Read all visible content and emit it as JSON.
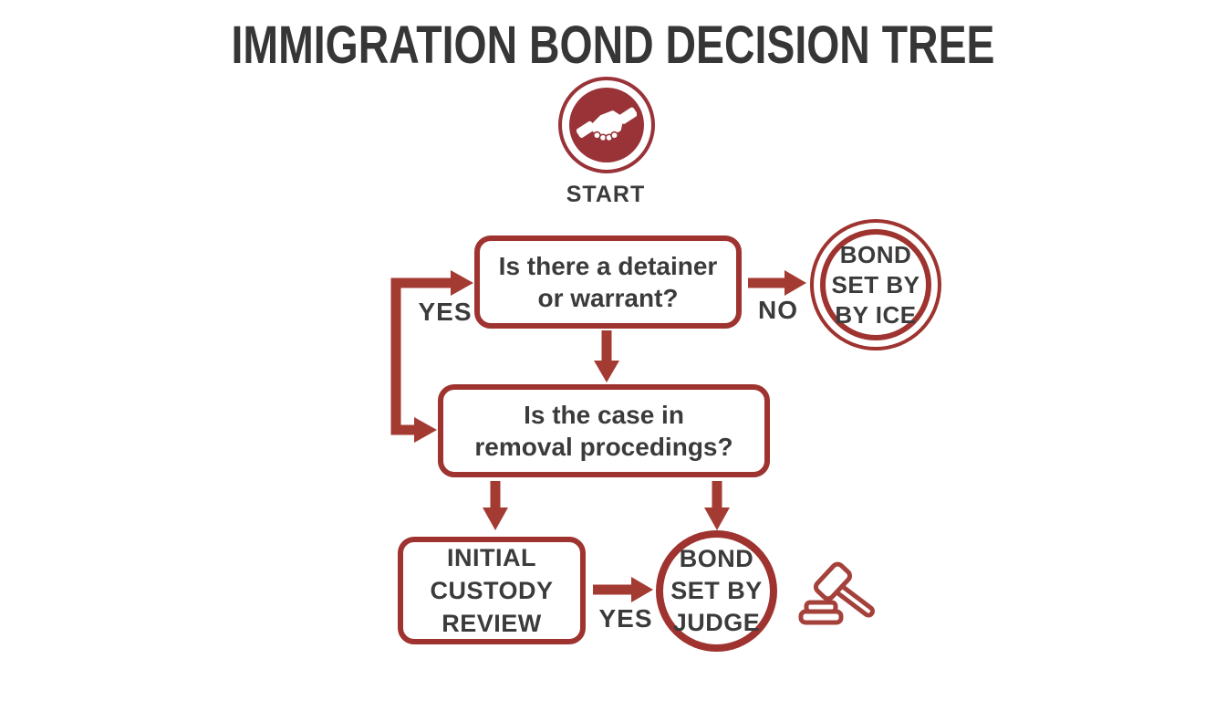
{
  "title": "IMMIGRATION BOND DECISION TREE",
  "start": {
    "label": "START",
    "icon": "handshake-icon"
  },
  "nodes": {
    "q1": {
      "lines": [
        "Is there a detainer",
        "or warrant?"
      ]
    },
    "q2": {
      "lines": [
        "Is the case in",
        "removal procedings?"
      ]
    },
    "review": {
      "lines": [
        "INITIAL",
        "CUSTODY",
        "REVIEW"
      ]
    },
    "ice": {
      "lines": [
        "BOND",
        "SET BY",
        "BY ICE"
      ]
    },
    "judge": {
      "lines": [
        "BOND",
        "SET BY",
        "JUDGE"
      ]
    }
  },
  "edges": {
    "yes_top": "YES",
    "no": "NO",
    "yes_bottom": "YES"
  },
  "icons": {
    "start": "handshake-icon",
    "result": "gavel-icon"
  },
  "colors": {
    "accent_red": "#A43B33",
    "border_red": "#9E332F",
    "start_circle_fill": "#993338",
    "text": "#3B3B3B",
    "background": "#FFFFFF"
  }
}
